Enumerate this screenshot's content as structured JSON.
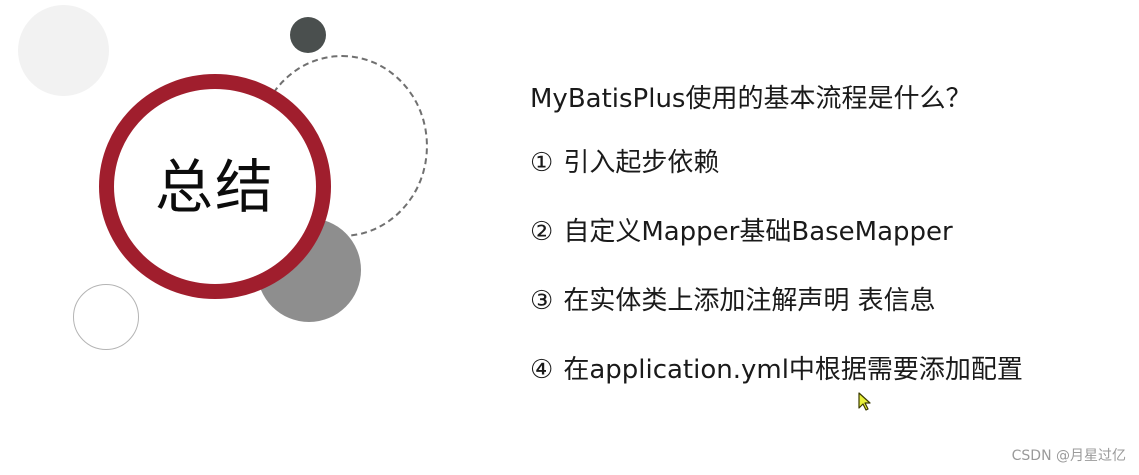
{
  "slide": {
    "title": "总结",
    "question": "MyBatisPlus使用的基本流程是什么？",
    "items": [
      {
        "marker": "①",
        "text": "引入起步依赖"
      },
      {
        "marker": "②",
        "text": "自定义Mapper基础BaseMapper"
      },
      {
        "marker": "③",
        "text": "在实体类上添加注解声明 表信息"
      },
      {
        "marker": "④",
        "text": "在application.yml中根据需要添加配置"
      }
    ]
  },
  "watermark": "CSDN @月星过亿",
  "colors": {
    "accent_ring": "#a01e2d",
    "dark_dot": "#4a4f4e",
    "gray_dot": "#8e8e8e",
    "light_dot": "#f2f2f2",
    "cursor_fill": "#e8f03a"
  },
  "icons": {
    "cursor": "mouse-pointer-icon"
  }
}
